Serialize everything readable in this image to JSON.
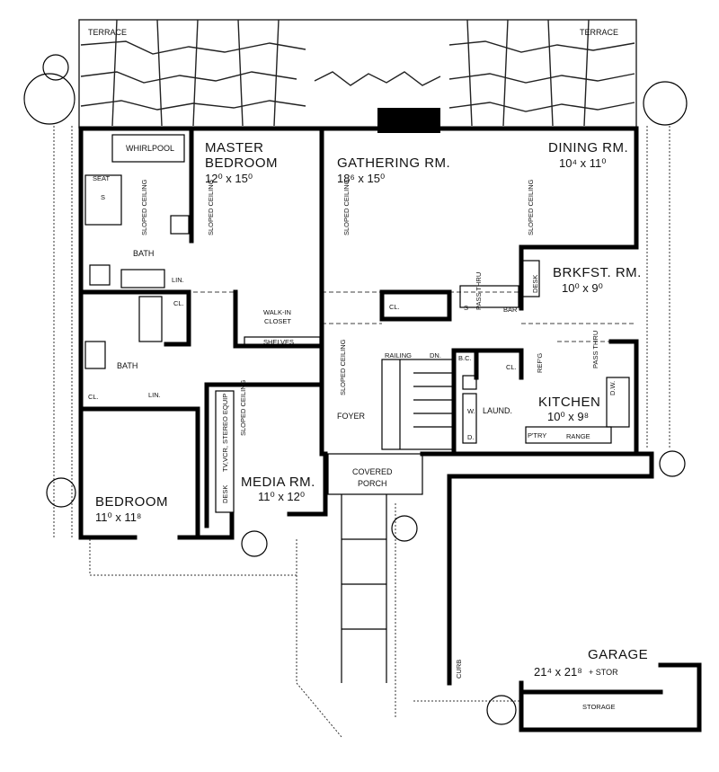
{
  "labels": {
    "terrace_left": "TERRACE",
    "terrace_right": "TERRACE",
    "whirlpool": "WHIRLPOOL",
    "seat": "SEAT",
    "shower": "S",
    "master_bedroom_line1": "MASTER",
    "master_bedroom_line2": "BEDROOM",
    "master_bedroom_dim": "12⁰ x 15⁰",
    "gathering_rm": "GATHERING  RM.",
    "gathering_dim": "18⁶ x 15⁰",
    "dining_rm": "DINING  RM.",
    "dining_dim": "10⁴ x 11⁰",
    "sloped_ceiling": "SLOPED CEILING",
    "bath_upper": "BATH",
    "lin_upper": "LIN.",
    "cl_bath": "CL.",
    "walk_in_closet_line1": "WALK-IN",
    "walk_in_closet_line2": "CLOSET",
    "shelves": "SHELVES",
    "cl_gathering": "CL.",
    "pass_thru": "PASS THRU",
    "s_bar": "S",
    "bar": "BAR",
    "desk_brkfst": "DESK",
    "brkfst_rm": "BRKFST.  RM.",
    "brkfst_dim": "10⁰ x 9⁰",
    "bath_lower": "BATH",
    "cl_lower": "CL.",
    "lin_lower": "LIN.",
    "railing": "RAILING",
    "dn": "DN.",
    "bc": "B.C.",
    "cl_kitchen": "CL.",
    "refg": "REF'G",
    "pass_thru_kitchen": "PASS THRU",
    "dw": "D.W.",
    "foyer": "FOYER",
    "w": "W.",
    "d": "D.",
    "laund": "LAUND.",
    "kitchen": "KITCHEN",
    "kitchen_dim": "10⁰ x 9⁸",
    "ptry": "P'TRY",
    "range": "RANGE",
    "stereo_equip": "TV,VCR, STEREO EQUIP",
    "desk_media": "DESK",
    "media_rm": "MEDIA  RM.",
    "media_dim": "11⁰ x 12⁰",
    "bedroom": "BEDROOM",
    "bedroom_dim": "11⁰ x 11⁸",
    "covered_porch_line1": "COVERED",
    "covered_porch_line2": "PORCH",
    "curb": "CURB",
    "garage": "GARAGE",
    "garage_dim": "21⁴ x 21⁸",
    "garage_stor": "+ STOR",
    "storage": "STORAGE"
  }
}
